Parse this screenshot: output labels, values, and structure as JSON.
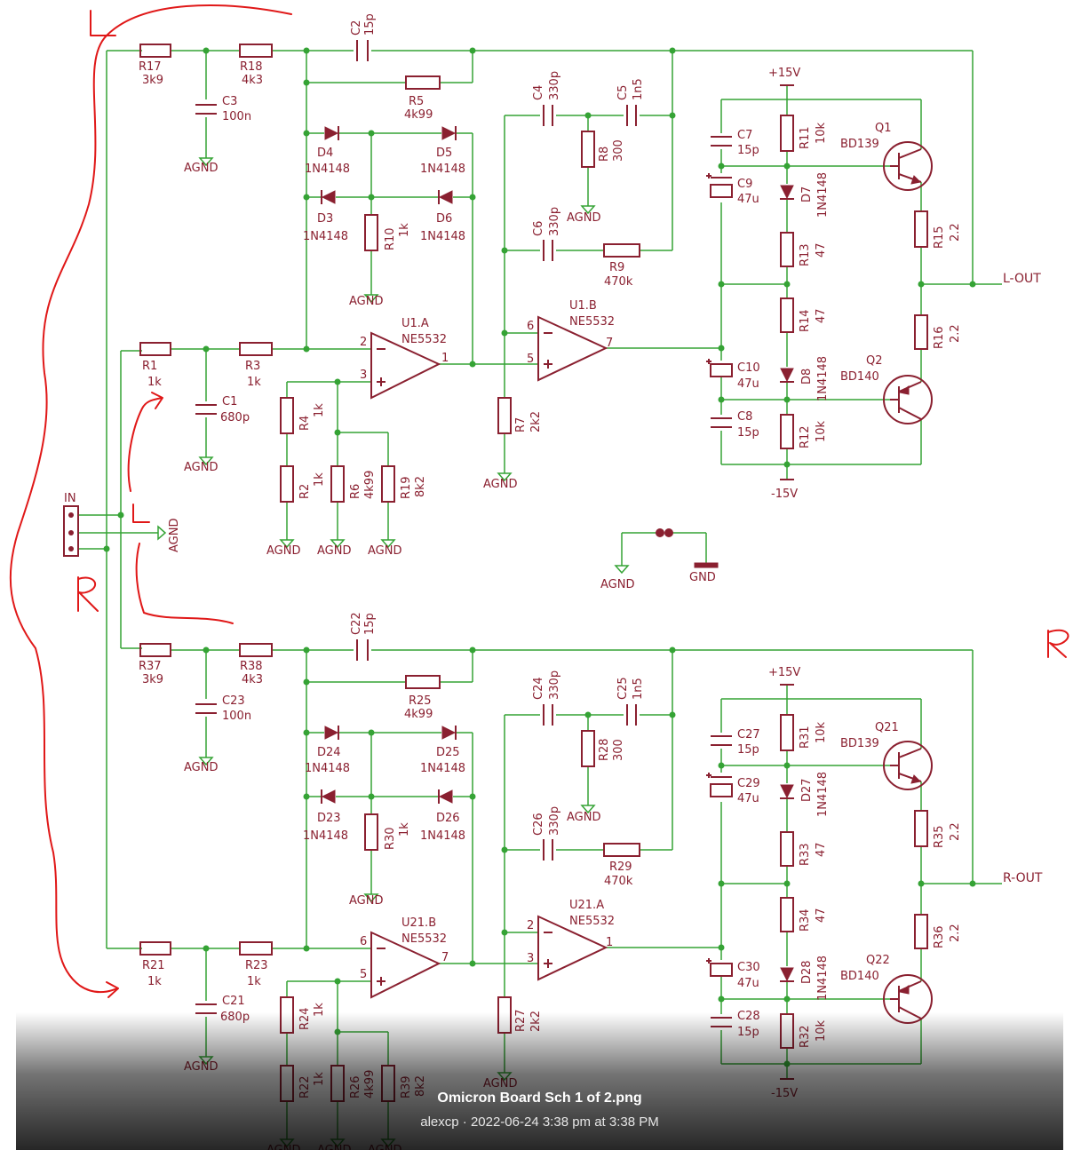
{
  "caption": {
    "filename": "Omicron Board Sch 1 of 2.png",
    "meta": "alexcp · 2022-06-24 3:38 pm at 3:38 PM"
  },
  "annotations": {
    "left": "L",
    "right": "R"
  },
  "colors": {
    "wire": "#35a335",
    "part": "#8a2030",
    "ink": "#e01818"
  },
  "connector": {
    "name": "IN"
  },
  "nets": {
    "agnd": "AGND",
    "gnd": "GND",
    "pos": "+15V",
    "neg": "-15V",
    "lout": "L-OUT",
    "rout": "R-OUT"
  },
  "pins": {
    "one": "1",
    "two": "2",
    "three": "3",
    "five": "5",
    "six": "6",
    "seven": "7"
  },
  "ch": [
    {
      "r17": "R17",
      "r17v": "3k9",
      "r18": "R18",
      "r18v": "4k3",
      "c2": "C2",
      "c2v": "15p",
      "c3": "C3",
      "c3v": "100n",
      "r5": "R5",
      "r5v": "4k99",
      "d4": "D4",
      "d5": "D5",
      "d3": "D3",
      "d6": "D6",
      "dv": "1N4148",
      "r10": "R10",
      "r10v": "1k",
      "r1": "R1",
      "r1v": "1k",
      "r3": "R3",
      "r3v": "1k",
      "c1": "C1",
      "c1v": "680p",
      "u1": "U1.A",
      "u2": "U1.B",
      "uv": "NE5532",
      "ua_minus": "2",
      "ua_plus": "3",
      "ua_out": "1",
      "ub_minus": "6",
      "ub_plus": "5",
      "ub_out": "7",
      "r4": "R4",
      "r4v": "1k",
      "r2": "R2",
      "r2v": "1k",
      "r6": "R6",
      "r6v": "4k99",
      "r19": "R19",
      "r19v": "8k2",
      "c4": "C4",
      "c4v": "330p",
      "c5": "C5",
      "c5v": "1n5",
      "r8": "R8",
      "r8v": "300",
      "c6": "C6",
      "c6v": "330p",
      "r9": "R9",
      "r9v": "470k",
      "r7": "R7",
      "r7v": "2k2",
      "c7": "C7",
      "c7v": "15p",
      "c9": "C9",
      "c9v": "47u",
      "r11": "R11",
      "r11v": "10k",
      "d7": "D7",
      "r13": "R13",
      "r13v": "47",
      "r14": "R14",
      "r14v": "47",
      "d8": "D8",
      "c10": "C10",
      "c10v": "47u",
      "c8": "C8",
      "c8v": "15p",
      "r12": "R12",
      "r12v": "10k",
      "q1": "Q1",
      "q1v": "BD139",
      "q2": "Q2",
      "q2v": "BD140",
      "r15": "R15",
      "r15v": "2.2",
      "r16": "R16",
      "r16v": "2.2"
    },
    {
      "r17": "R37",
      "r17v": "3k9",
      "r18": "R38",
      "r18v": "4k3",
      "c2": "C22",
      "c2v": "15p",
      "c3": "C23",
      "c3v": "100n",
      "r5": "R25",
      "r5v": "4k99",
      "d4": "D24",
      "d5": "D25",
      "d3": "D23",
      "d6": "D26",
      "dv": "1N4148",
      "r10": "R30",
      "r10v": "1k",
      "r1": "R21",
      "r1v": "1k",
      "r3": "R23",
      "r3v": "1k",
      "c1": "C21",
      "c1v": "680p",
      "u1": "U21.B",
      "u2": "U21.A",
      "uv": "NE5532",
      "ua_minus": "6",
      "ua_plus": "5",
      "ua_out": "7",
      "ub_minus": "2",
      "ub_plus": "3",
      "ub_out": "1",
      "r4": "R24",
      "r4v": "1k",
      "r2": "R22",
      "r2v": "1k",
      "r6": "R26",
      "r6v": "4k99",
      "r19": "R39",
      "r19v": "8k2",
      "c4": "C24",
      "c4v": "330p",
      "c5": "C25",
      "c5v": "1n5",
      "r8": "R28",
      "r8v": "300",
      "c6": "C26",
      "c6v": "330p",
      "r9": "R29",
      "r9v": "470k",
      "r7": "R27",
      "r7v": "2k2",
      "c7": "C27",
      "c7v": "15p",
      "c9": "C29",
      "c9v": "47u",
      "r11": "R31",
      "r11v": "10k",
      "d7": "D27",
      "r13": "R33",
      "r13v": "47",
      "r14": "R34",
      "r14v": "47",
      "d8": "D28",
      "c10": "C30",
      "c10v": "47u",
      "c8": "C28",
      "c8v": "15p",
      "r12": "R32",
      "r12v": "10k",
      "q1": "Q21",
      "q1v": "BD139",
      "q2": "Q22",
      "q2v": "BD140",
      "r15": "R35",
      "r15v": "2.2",
      "r16": "R36",
      "r16v": "2.2"
    }
  ]
}
